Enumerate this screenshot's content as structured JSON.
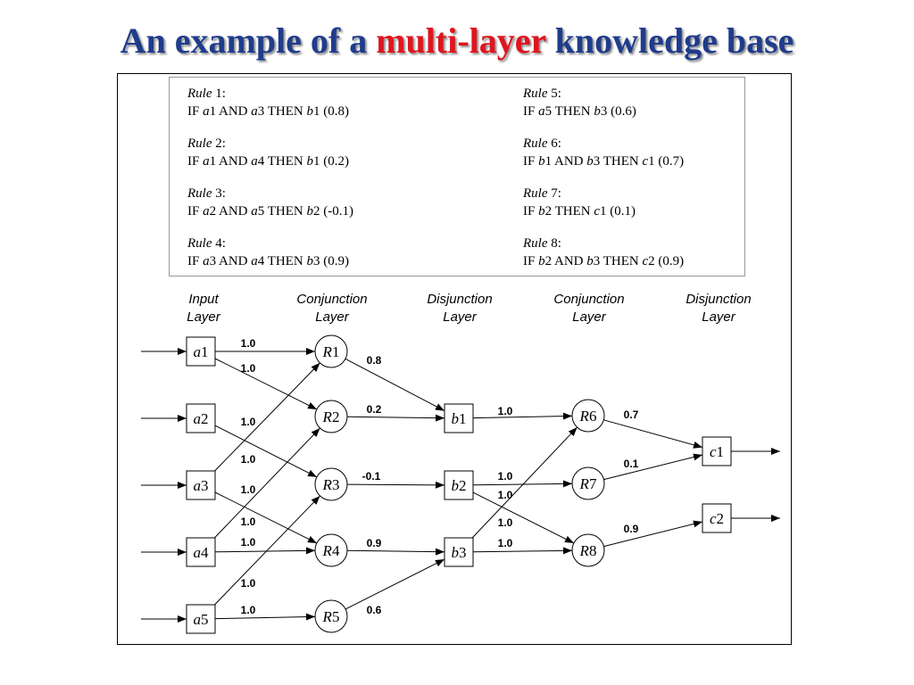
{
  "title": {
    "part1": "An example of a",
    "part2": "multi-layer",
    "part3": "knowledge base"
  },
  "colors": {
    "title_blue": "#1f3c8c",
    "title_red": "#e0141e"
  },
  "rules": [
    {
      "word": "Rule",
      "num": "1",
      "tokens": [
        [
          "IF ",
          0
        ],
        [
          "a",
          1
        ],
        [
          "1 AND ",
          0
        ],
        [
          "a",
          1
        ],
        [
          "3 THEN ",
          0
        ],
        [
          "b",
          1
        ],
        [
          "1 (0.8)",
          0
        ]
      ]
    },
    {
      "word": "Rule",
      "num": "2",
      "tokens": [
        [
          "IF ",
          0
        ],
        [
          "a",
          1
        ],
        [
          "1 AND ",
          0
        ],
        [
          "a",
          1
        ],
        [
          "4 THEN ",
          0
        ],
        [
          "b",
          1
        ],
        [
          "1 (0.2)",
          0
        ]
      ]
    },
    {
      "word": "Rule",
      "num": "3",
      "tokens": [
        [
          "IF ",
          0
        ],
        [
          "a",
          1
        ],
        [
          "2 AND ",
          0
        ],
        [
          "a",
          1
        ],
        [
          "5 THEN ",
          0
        ],
        [
          "b",
          1
        ],
        [
          "2 (-0.1)",
          0
        ]
      ]
    },
    {
      "word": "Rule",
      "num": "4",
      "tokens": [
        [
          "IF ",
          0
        ],
        [
          "a",
          1
        ],
        [
          "3 AND ",
          0
        ],
        [
          "a",
          1
        ],
        [
          "4 THEN ",
          0
        ],
        [
          "b",
          1
        ],
        [
          "3 (0.9)",
          0
        ]
      ]
    },
    {
      "word": "Rule",
      "num": "5",
      "tokens": [
        [
          "IF ",
          0
        ],
        [
          "a",
          1
        ],
        [
          "5 THEN ",
          0
        ],
        [
          "b",
          1
        ],
        [
          "3 (0.6)",
          0
        ]
      ]
    },
    {
      "word": "Rule",
      "num": "6",
      "tokens": [
        [
          "IF ",
          0
        ],
        [
          "b",
          1
        ],
        [
          "1 AND ",
          0
        ],
        [
          "b",
          1
        ],
        [
          "3 THEN ",
          0
        ],
        [
          "c",
          1
        ],
        [
          "1 (0.7)",
          0
        ]
      ]
    },
    {
      "word": "Rule",
      "num": "7",
      "tokens": [
        [
          "IF ",
          0
        ],
        [
          "b",
          1
        ],
        [
          "2 THEN ",
          0
        ],
        [
          "c",
          1
        ],
        [
          "1 (0.1)",
          0
        ]
      ]
    },
    {
      "word": "Rule",
      "num": "8",
      "tokens": [
        [
          "IF ",
          0
        ],
        [
          "b",
          1
        ],
        [
          "2 AND ",
          0
        ],
        [
          "b",
          1
        ],
        [
          "3 THEN ",
          0
        ],
        [
          "c",
          1
        ],
        [
          "2 (0.9)",
          0
        ]
      ]
    }
  ],
  "layers": [
    [
      "Input",
      "Layer"
    ],
    [
      "Conjunction",
      "Layer"
    ],
    [
      "Disjunction",
      "Layer"
    ],
    [
      "Conjunction",
      "Layer"
    ],
    [
      "Disjunction",
      "Layer"
    ]
  ],
  "nodes": {
    "a1": {
      "letter": "a",
      "num": "1",
      "shape": "box"
    },
    "a2": {
      "letter": "a",
      "num": "2",
      "shape": "box"
    },
    "a3": {
      "letter": "a",
      "num": "3",
      "shape": "box"
    },
    "a4": {
      "letter": "a",
      "num": "4",
      "shape": "box"
    },
    "a5": {
      "letter": "a",
      "num": "5",
      "shape": "box"
    },
    "R1": {
      "letter": "R",
      "num": "1",
      "shape": "circle"
    },
    "R2": {
      "letter": "R",
      "num": "2",
      "shape": "circle"
    },
    "R3": {
      "letter": "R",
      "num": "3",
      "shape": "circle"
    },
    "R4": {
      "letter": "R",
      "num": "4",
      "shape": "circle"
    },
    "R5": {
      "letter": "R",
      "num": "5",
      "shape": "circle"
    },
    "b1": {
      "letter": "b",
      "num": "1",
      "shape": "box"
    },
    "b2": {
      "letter": "b",
      "num": "2",
      "shape": "box"
    },
    "b3": {
      "letter": "b",
      "num": "3",
      "shape": "box"
    },
    "R6": {
      "letter": "R",
      "num": "6",
      "shape": "circle"
    },
    "R7": {
      "letter": "R",
      "num": "7",
      "shape": "circle"
    },
    "R8": {
      "letter": "R",
      "num": "8",
      "shape": "circle"
    },
    "c1": {
      "letter": "c",
      "num": "1",
      "shape": "box"
    },
    "c2": {
      "letter": "c",
      "num": "2",
      "shape": "box"
    }
  },
  "edges": [
    {
      "from": "a1",
      "to": "R1",
      "w": "1.0"
    },
    {
      "from": "a1",
      "to": "R2",
      "w": "1.0"
    },
    {
      "from": "a2",
      "to": "R3",
      "w": "1.0"
    },
    {
      "from": "a3",
      "to": "R1",
      "w": "1.0"
    },
    {
      "from": "a3",
      "to": "R4",
      "w": "1.0"
    },
    {
      "from": "a4",
      "to": "R2",
      "w": "1.0"
    },
    {
      "from": "a4",
      "to": "R4",
      "w": "1.0"
    },
    {
      "from": "a5",
      "to": "R3",
      "w": "1.0"
    },
    {
      "from": "a5",
      "to": "R5",
      "w": "1.0"
    },
    {
      "from": "R1",
      "to": "b1",
      "w": "0.8"
    },
    {
      "from": "R2",
      "to": "b1",
      "w": "0.2"
    },
    {
      "from": "R3",
      "to": "b2",
      "w": "-0.1"
    },
    {
      "from": "R4",
      "to": "b3",
      "w": "0.9"
    },
    {
      "from": "R5",
      "to": "b3",
      "w": "0.6"
    },
    {
      "from": "b1",
      "to": "R6",
      "w": "1.0"
    },
    {
      "from": "b2",
      "to": "R7",
      "w": "1.0"
    },
    {
      "from": "b2",
      "to": "R8",
      "w": "1.0"
    },
    {
      "from": "b3",
      "to": "R6",
      "w": "1.0"
    },
    {
      "from": "b3",
      "to": "R8",
      "w": "1.0"
    },
    {
      "from": "R6",
      "to": "c1",
      "w": "0.7"
    },
    {
      "from": "R7",
      "to": "c1",
      "w": "0.1"
    },
    {
      "from": "R8",
      "to": "c2",
      "w": "0.9"
    }
  ]
}
